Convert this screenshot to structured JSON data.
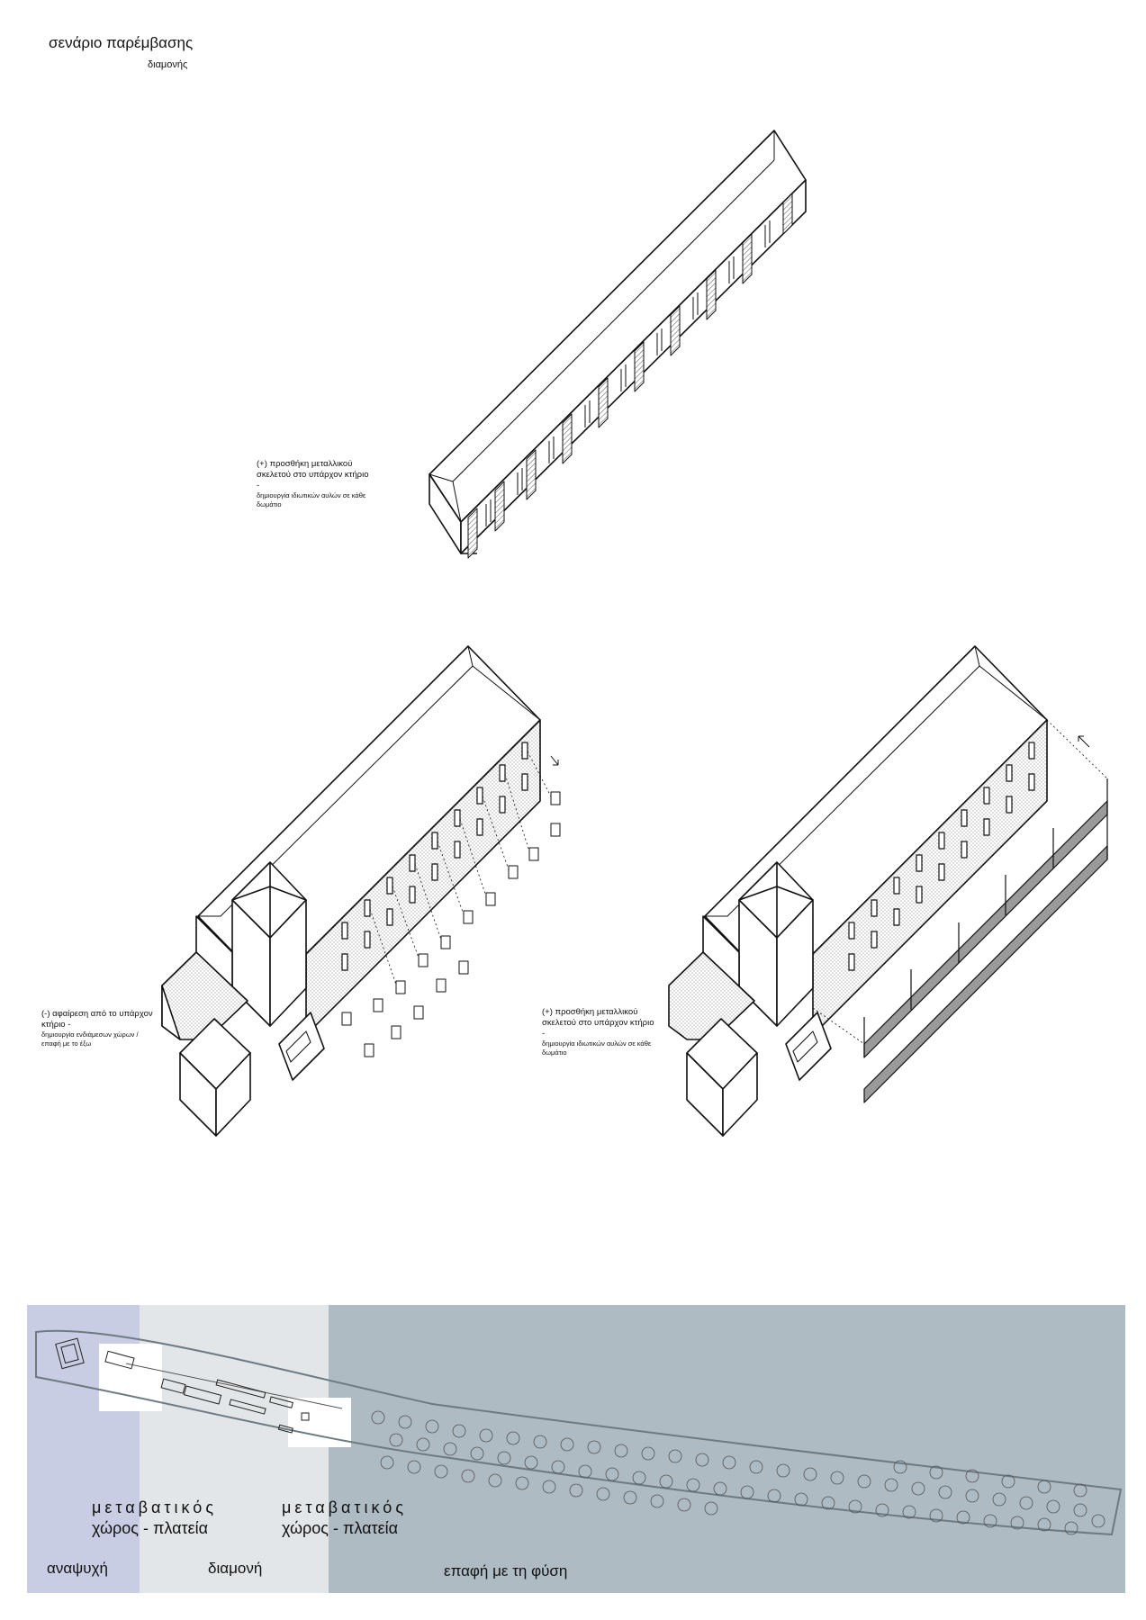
{
  "header": {
    "title": "σενάριο παρέμβασης",
    "subtitle": "διαμονής"
  },
  "annotations": {
    "top": {
      "main": "(+) προσθήκη μεταλλικού σκελετού στο υπάρχον κτήριο -",
      "sub": "δημιουργία ιδιωτικών αυλών σε κάθε δωμάτιο"
    },
    "left": {
      "main": "(-) αφαίρεση από το υπάρχον κτήριο -",
      "sub": "δημιουργία ενδιάμεσων χώρων / επαφή με το έξω"
    },
    "right": {
      "main": "(+) προσθήκη μεταλλικού σκελετού στο υπάρχον κτήριο -",
      "sub": "δημιουργία ιδιωτικών αυλών σε κάθε δωμάτιο"
    }
  },
  "site_plan": {
    "transition_1": {
      "line1": "μεταβατικός",
      "line2": "χώρος - πλατεία"
    },
    "transition_2": {
      "line1": "μεταβατικός",
      "line2": "χώρος - πλατεία"
    },
    "zones": [
      {
        "label": "αναψυχή",
        "color": "#c9cde4"
      },
      {
        "label": "διαμονή",
        "color": "#e2e6e8"
      },
      {
        "label": "επαφή με τη φύση",
        "color": "#aebbc3"
      }
    ]
  }
}
